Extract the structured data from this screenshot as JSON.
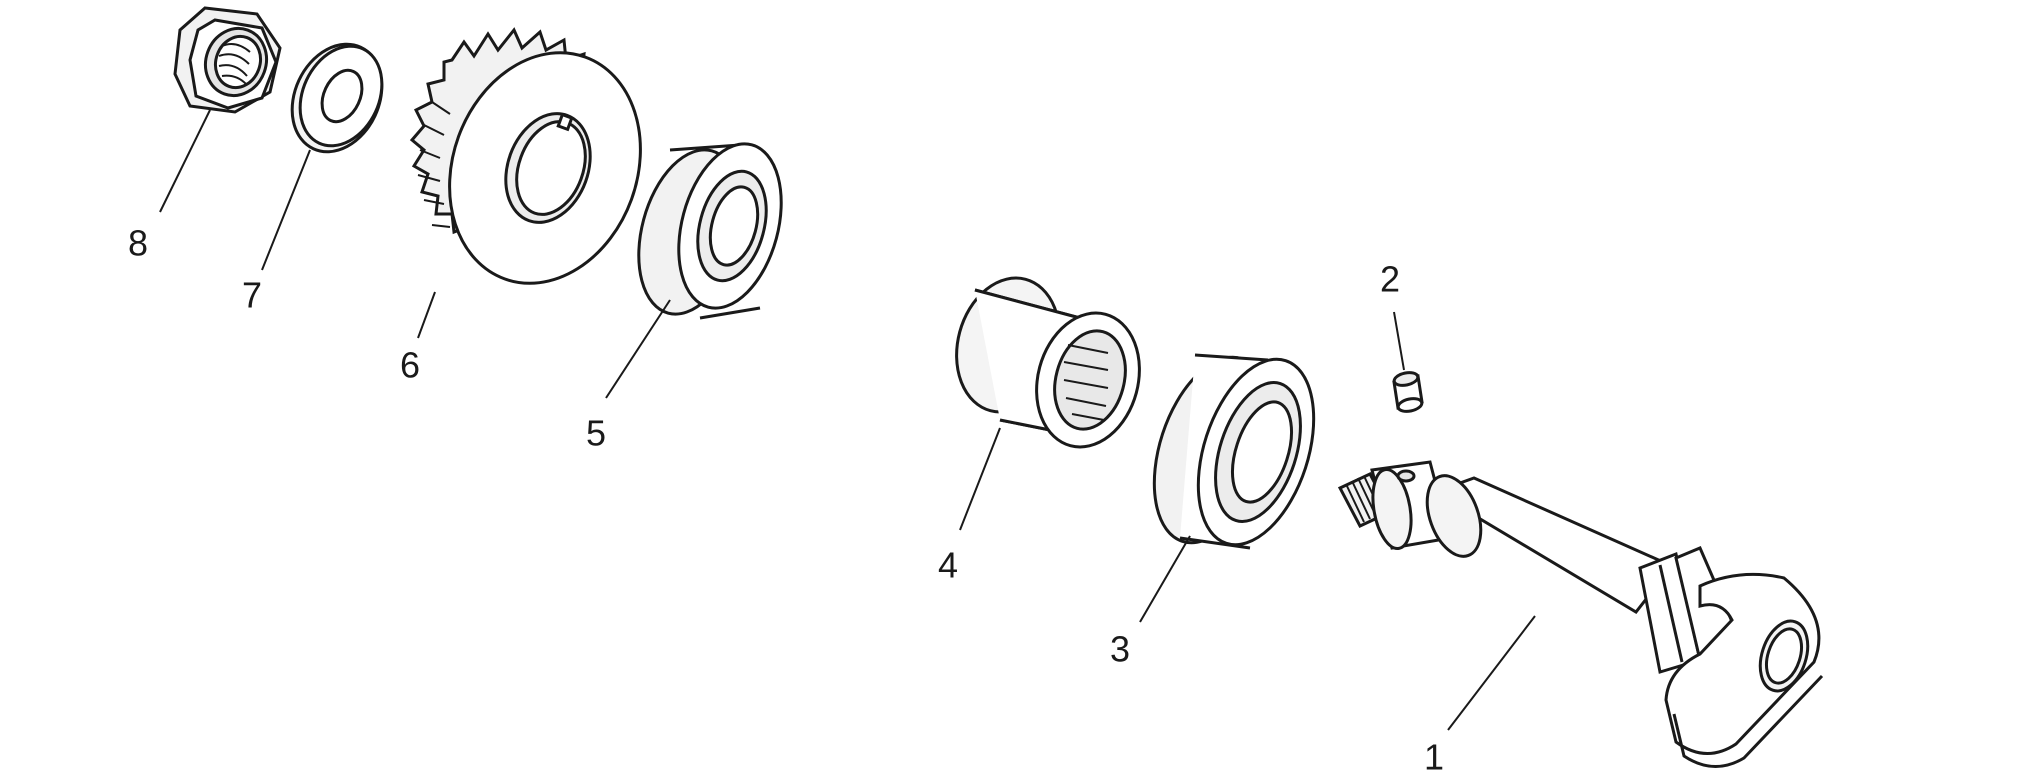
{
  "diagram": {
    "colors": {
      "line": "#1a1a1a",
      "fill": "#ffffff",
      "shade": "#d9d9d9"
    },
    "callouts": [
      {
        "id": "1",
        "label": "1",
        "part": "kick-start-shaft"
      },
      {
        "id": "2",
        "label": "2",
        "part": "pin"
      },
      {
        "id": "3",
        "label": "3",
        "part": "ball-bearing"
      },
      {
        "id": "4",
        "label": "4",
        "part": "needle-roller-bearing"
      },
      {
        "id": "5",
        "label": "5",
        "part": "ball-bearing"
      },
      {
        "id": "6",
        "label": "6",
        "part": "gear"
      },
      {
        "id": "7",
        "label": "7",
        "part": "washer"
      },
      {
        "id": "8",
        "label": "8",
        "part": "hex-nut"
      }
    ]
  }
}
